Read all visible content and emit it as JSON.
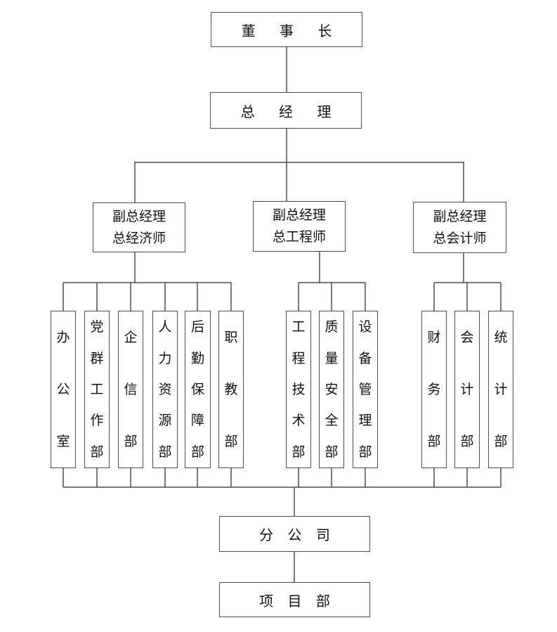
{
  "page": {
    "background_color": "#ffffff",
    "line_color": "#4d4d4d",
    "text_color": "#111111"
  },
  "org_chart": {
    "type": "organization-chart",
    "chairman": {
      "label": "董 事 长"
    },
    "general_manager": {
      "label": "总 经 理"
    },
    "deputies": [
      {
        "line1": "副总经理",
        "line2": "总经济师"
      },
      {
        "line1": "副总经理",
        "line2": "总工程师"
      },
      {
        "line1": "副总经理",
        "line2": "总会计师"
      }
    ],
    "departments": {
      "group1": [
        "办公室",
        "党群工作部",
        "企信部",
        "人力资源部",
        "后勤保障部",
        "职教部"
      ],
      "group2": [
        "工程技术部",
        "质量安全部",
        "设备管理部"
      ],
      "group3": [
        "财务部",
        "会计部",
        "统计部"
      ]
    },
    "branch_company": {
      "label": "分 公 司"
    },
    "project_department": {
      "label": "项 目 部"
    }
  }
}
